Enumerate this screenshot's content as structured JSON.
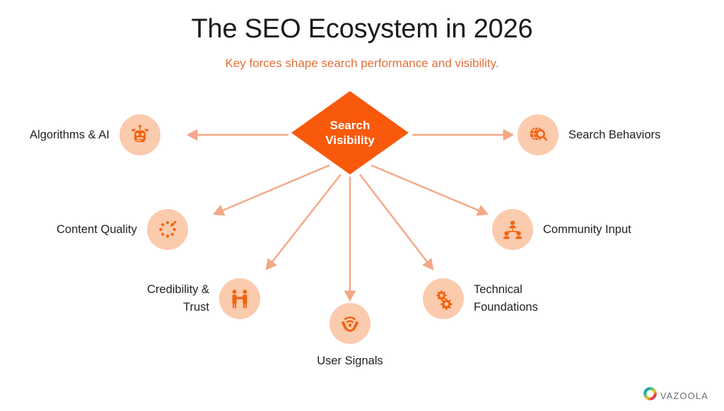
{
  "header": {
    "title": "The SEO Ecosystem in 2026",
    "subtitle": "Key forces shape search performance and visibility."
  },
  "center": {
    "line1": "Search",
    "line2": "Visibility",
    "shape": "diamond",
    "fill": "#f8590b",
    "text_color": "#ffffff"
  },
  "nodes": [
    {
      "id": "algorithms-ai",
      "label": "Algorithms & AI",
      "icon": "robot-icon",
      "side": "left"
    },
    {
      "id": "search-behaviors",
      "label": "Search Behaviors",
      "icon": "globe-search-icon",
      "side": "right"
    },
    {
      "id": "content-quality",
      "label": "Content Quality",
      "icon": "refresh-dots-icon",
      "side": "left"
    },
    {
      "id": "community-input",
      "label": "Community Input",
      "icon": "people-network-icon",
      "side": "right"
    },
    {
      "id": "credibility-trust",
      "label": "Credibility &\nTrust",
      "icon": "handshake-icon",
      "side": "left"
    },
    {
      "id": "user-signals",
      "label": "User Signals",
      "icon": "hands-signal-icon",
      "side": "below"
    },
    {
      "id": "technical-foundations",
      "label": "Technical\nFoundations",
      "icon": "gears-icon",
      "side": "right"
    }
  ],
  "colors": {
    "accent_orange": "#f8590b",
    "icon_orange": "#f4630f",
    "bubble_peach": "#fbcbae",
    "connector_salmon": "#f3a887",
    "subtitle_orange": "#e0703c",
    "title_black": "#1b1b1b",
    "background": "#ffffff"
  },
  "brand": {
    "name": "VAZOOLA",
    "mark": "gradient-ring-icon"
  }
}
